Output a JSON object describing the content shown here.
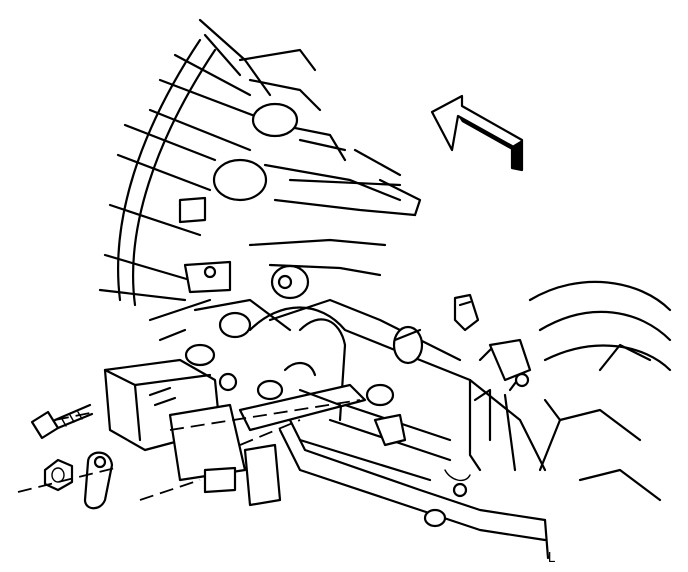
{
  "figure": {
    "corner_mark": "L",
    "colors": {
      "ink": "#000000",
      "paper": "#ffffff"
    },
    "parts": [
      "bell-housing",
      "transmission-case",
      "oil-pan",
      "range-selector-switch",
      "shift-lever",
      "retaining-nut",
      "mounting-bolt",
      "clip",
      "forward-arrow"
    ]
  }
}
